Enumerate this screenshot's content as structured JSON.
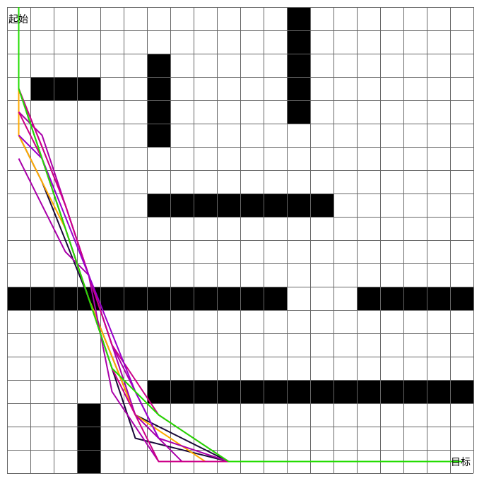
{
  "labels": {
    "start": "起始",
    "goal": "目标"
  },
  "grid": {
    "cols": 20,
    "rows": 20,
    "line_color": "#666666",
    "obstacle_color": "#000000",
    "background": "#ffffff",
    "obstacles": [
      [
        12,
        0
      ],
      [
        12,
        1
      ],
      [
        12,
        2
      ],
      [
        12,
        3
      ],
      [
        12,
        4
      ],
      [
        6,
        2
      ],
      [
        6,
        3
      ],
      [
        6,
        4
      ],
      [
        6,
        5
      ],
      [
        1,
        3
      ],
      [
        2,
        3
      ],
      [
        3,
        3
      ],
      [
        6,
        8
      ],
      [
        7,
        8
      ],
      [
        8,
        8
      ],
      [
        9,
        8
      ],
      [
        10,
        8
      ],
      [
        11,
        8
      ],
      [
        12,
        8
      ],
      [
        13,
        8
      ],
      [
        0,
        12
      ],
      [
        1,
        12
      ],
      [
        2,
        12
      ],
      [
        3,
        12
      ],
      [
        4,
        12
      ],
      [
        5,
        12
      ],
      [
        6,
        12
      ],
      [
        7,
        12
      ],
      [
        8,
        12
      ],
      [
        9,
        12
      ],
      [
        10,
        12
      ],
      [
        11,
        12
      ],
      [
        15,
        12
      ],
      [
        16,
        12
      ],
      [
        17,
        12
      ],
      [
        18,
        12
      ],
      [
        19,
        12
      ],
      [
        6,
        16
      ],
      [
        7,
        16
      ],
      [
        8,
        16
      ],
      [
        9,
        16
      ],
      [
        10,
        16
      ],
      [
        11,
        16
      ],
      [
        12,
        16
      ],
      [
        13,
        16
      ],
      [
        14,
        16
      ],
      [
        15,
        16
      ],
      [
        16,
        16
      ],
      [
        17,
        16
      ],
      [
        18,
        16
      ],
      [
        19,
        16
      ],
      [
        3,
        17
      ],
      [
        3,
        18
      ],
      [
        3,
        19
      ]
    ]
  },
  "paths": [
    {
      "color": "#1a0a3a",
      "points": [
        [
          0.5,
          3.5
        ],
        [
          2.5,
          9.5
        ],
        [
          4.5,
          15.5
        ],
        [
          5.5,
          18.5
        ],
        [
          9.5,
          19.5
        ]
      ]
    },
    {
      "color": "#1a0a3a",
      "points": [
        [
          0.5,
          5.5
        ],
        [
          1.5,
          7.5
        ],
        [
          3.5,
          12.5
        ],
        [
          5.5,
          17.5
        ],
        [
          9.5,
          19.5
        ]
      ]
    },
    {
      "color": "#ffaa00",
      "points": [
        [
          0.5,
          3.5
        ],
        [
          0.5,
          5.5
        ],
        [
          2.5,
          9.5
        ],
        [
          3.5,
          12.5
        ],
        [
          5.5,
          17.5
        ],
        [
          8.5,
          19.5
        ],
        [
          19.5,
          19.5
        ]
      ]
    },
    {
      "color": "#aa00aa",
      "points": [
        [
          0.5,
          3.5
        ],
        [
          2.5,
          8.5
        ],
        [
          4.5,
          14.5
        ],
        [
          6.5,
          18.5
        ],
        [
          9.5,
          19.5
        ]
      ]
    },
    {
      "color": "#aa00aa",
      "points": [
        [
          0.5,
          4.5
        ],
        [
          1.5,
          5.5
        ],
        [
          3.5,
          11.5
        ],
        [
          4.5,
          16.5
        ],
        [
          6.5,
          19.5
        ]
      ]
    },
    {
      "color": "#aa00aa",
      "points": [
        [
          0.5,
          6.5
        ],
        [
          2.5,
          10.5
        ],
        [
          3.5,
          11.5
        ],
        [
          5.5,
          17.5
        ],
        [
          7.5,
          19.5
        ]
      ]
    },
    {
      "color": "#cc0088",
      "points": [
        [
          0.5,
          3.5
        ],
        [
          2.5,
          8.5
        ],
        [
          3.5,
          11.5
        ],
        [
          4.5,
          14.5
        ],
        [
          6.5,
          17.5
        ],
        [
          9.5,
          19.5
        ]
      ]
    },
    {
      "color": "#cc0088",
      "points": [
        [
          0.5,
          4.5
        ],
        [
          1.5,
          6.5
        ],
        [
          3.5,
          12.5
        ],
        [
          4.5,
          15.5
        ],
        [
          6.5,
          19.5
        ],
        [
          9.5,
          19.5
        ]
      ]
    },
    {
      "color": "#9900cc",
      "points": [
        [
          0.5,
          5.5
        ],
        [
          1.5,
          6.5
        ],
        [
          3.5,
          11.5
        ],
        [
          5.5,
          16.5
        ],
        [
          6.5,
          18.5
        ]
      ]
    },
    {
      "color": "#22dd00",
      "points": [
        [
          0.5,
          0
        ],
        [
          0.5,
          3.5
        ],
        [
          2.5,
          9.5
        ],
        [
          4.5,
          15.5
        ],
        [
          6.5,
          17.5
        ],
        [
          9.5,
          19.5
        ],
        [
          19.5,
          19.5
        ]
      ]
    }
  ]
}
